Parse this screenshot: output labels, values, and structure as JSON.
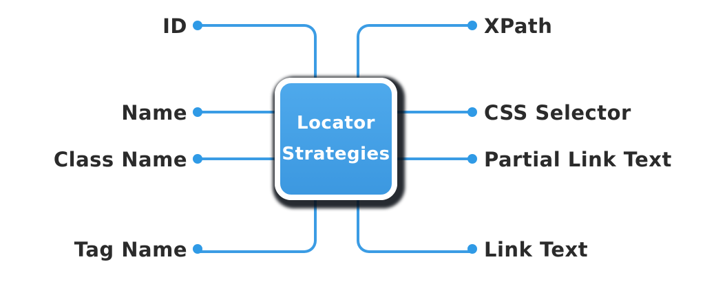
{
  "diagram": {
    "center": {
      "title": "Locator Strategies"
    },
    "left_items": [
      {
        "label": "ID"
      },
      {
        "label": "Name"
      },
      {
        "label": "Class Name"
      },
      {
        "label": "Tag Name"
      }
    ],
    "right_items": [
      {
        "label": "XPath"
      },
      {
        "label": "CSS Selector"
      },
      {
        "label": "Partial Link Text"
      },
      {
        "label": "Link Text"
      }
    ],
    "colors": {
      "line": "#3b9ce4",
      "dot": "#2f9ae6",
      "box_gradient_top": "#4ea9ec",
      "box_gradient_bottom": "#3c98e0",
      "box_border": "#ffffff",
      "box_shadow": "#090e14",
      "label_text": "#2b2b2b",
      "box_text": "#ffffff",
      "background": "#ffffff"
    }
  }
}
